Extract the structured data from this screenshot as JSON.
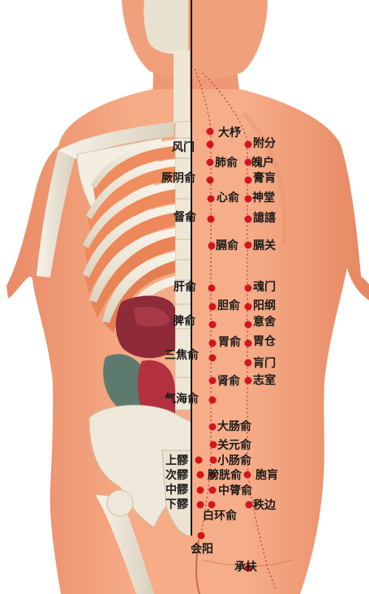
{
  "figure": {
    "labels": {
      "dazhu": "大杼",
      "fengmen": "风门",
      "feishu": "肺俞",
      "jueyinshu": "厥阴俞",
      "xinshu": "心俞",
      "dushu": "督俞",
      "geshu": "膈俞",
      "ganshu": "肝俞",
      "danshu": "胆俞",
      "pishu": "脾俞",
      "weishu": "胃俞",
      "sanjiaoshu": "三焦俞",
      "shenshu": "肾俞",
      "qihaishu": "气海俞",
      "dachangshu": "大肠俞",
      "guanyuanshu": "关元俞",
      "xiaochangshu": "小肠俞",
      "pangguangshu": "膀胱俞",
      "zhonglvshu": "中膂俞",
      "baihuanshu": "白环俞",
      "shangliao": "上髎",
      "ciliao": "次髎",
      "zhongliao": "中髎",
      "xialiao": "下髎",
      "huiyang": "会阳",
      "chengfu": "承扶",
      "fufen": "附分",
      "pohu": "魄户",
      "gaohuang": "膏肓",
      "shentang": "神堂",
      "yixi": "譩譆",
      "geguan": "膈关",
      "hunmen": "魂门",
      "yanggang": "阳纲",
      "yishe": "意舍",
      "weicang": "胃仓",
      "huangmen": "肓门",
      "zhishi": "志室",
      "baohuang": "胞肓",
      "zhibian": "秩边"
    },
    "colors": {
      "skin": "#f2a07a",
      "skin_dark": "#e0855e",
      "background": "#ffffff",
      "point": "#d4141e",
      "meridian_line": "#c0392b",
      "bone": "#f1ece0",
      "organ": "#8e2a3a",
      "midline": "#111111"
    },
    "icons": [
      "acupoint-dot",
      "bladder-meridian-line",
      "skeleton-illustration"
    ]
  }
}
